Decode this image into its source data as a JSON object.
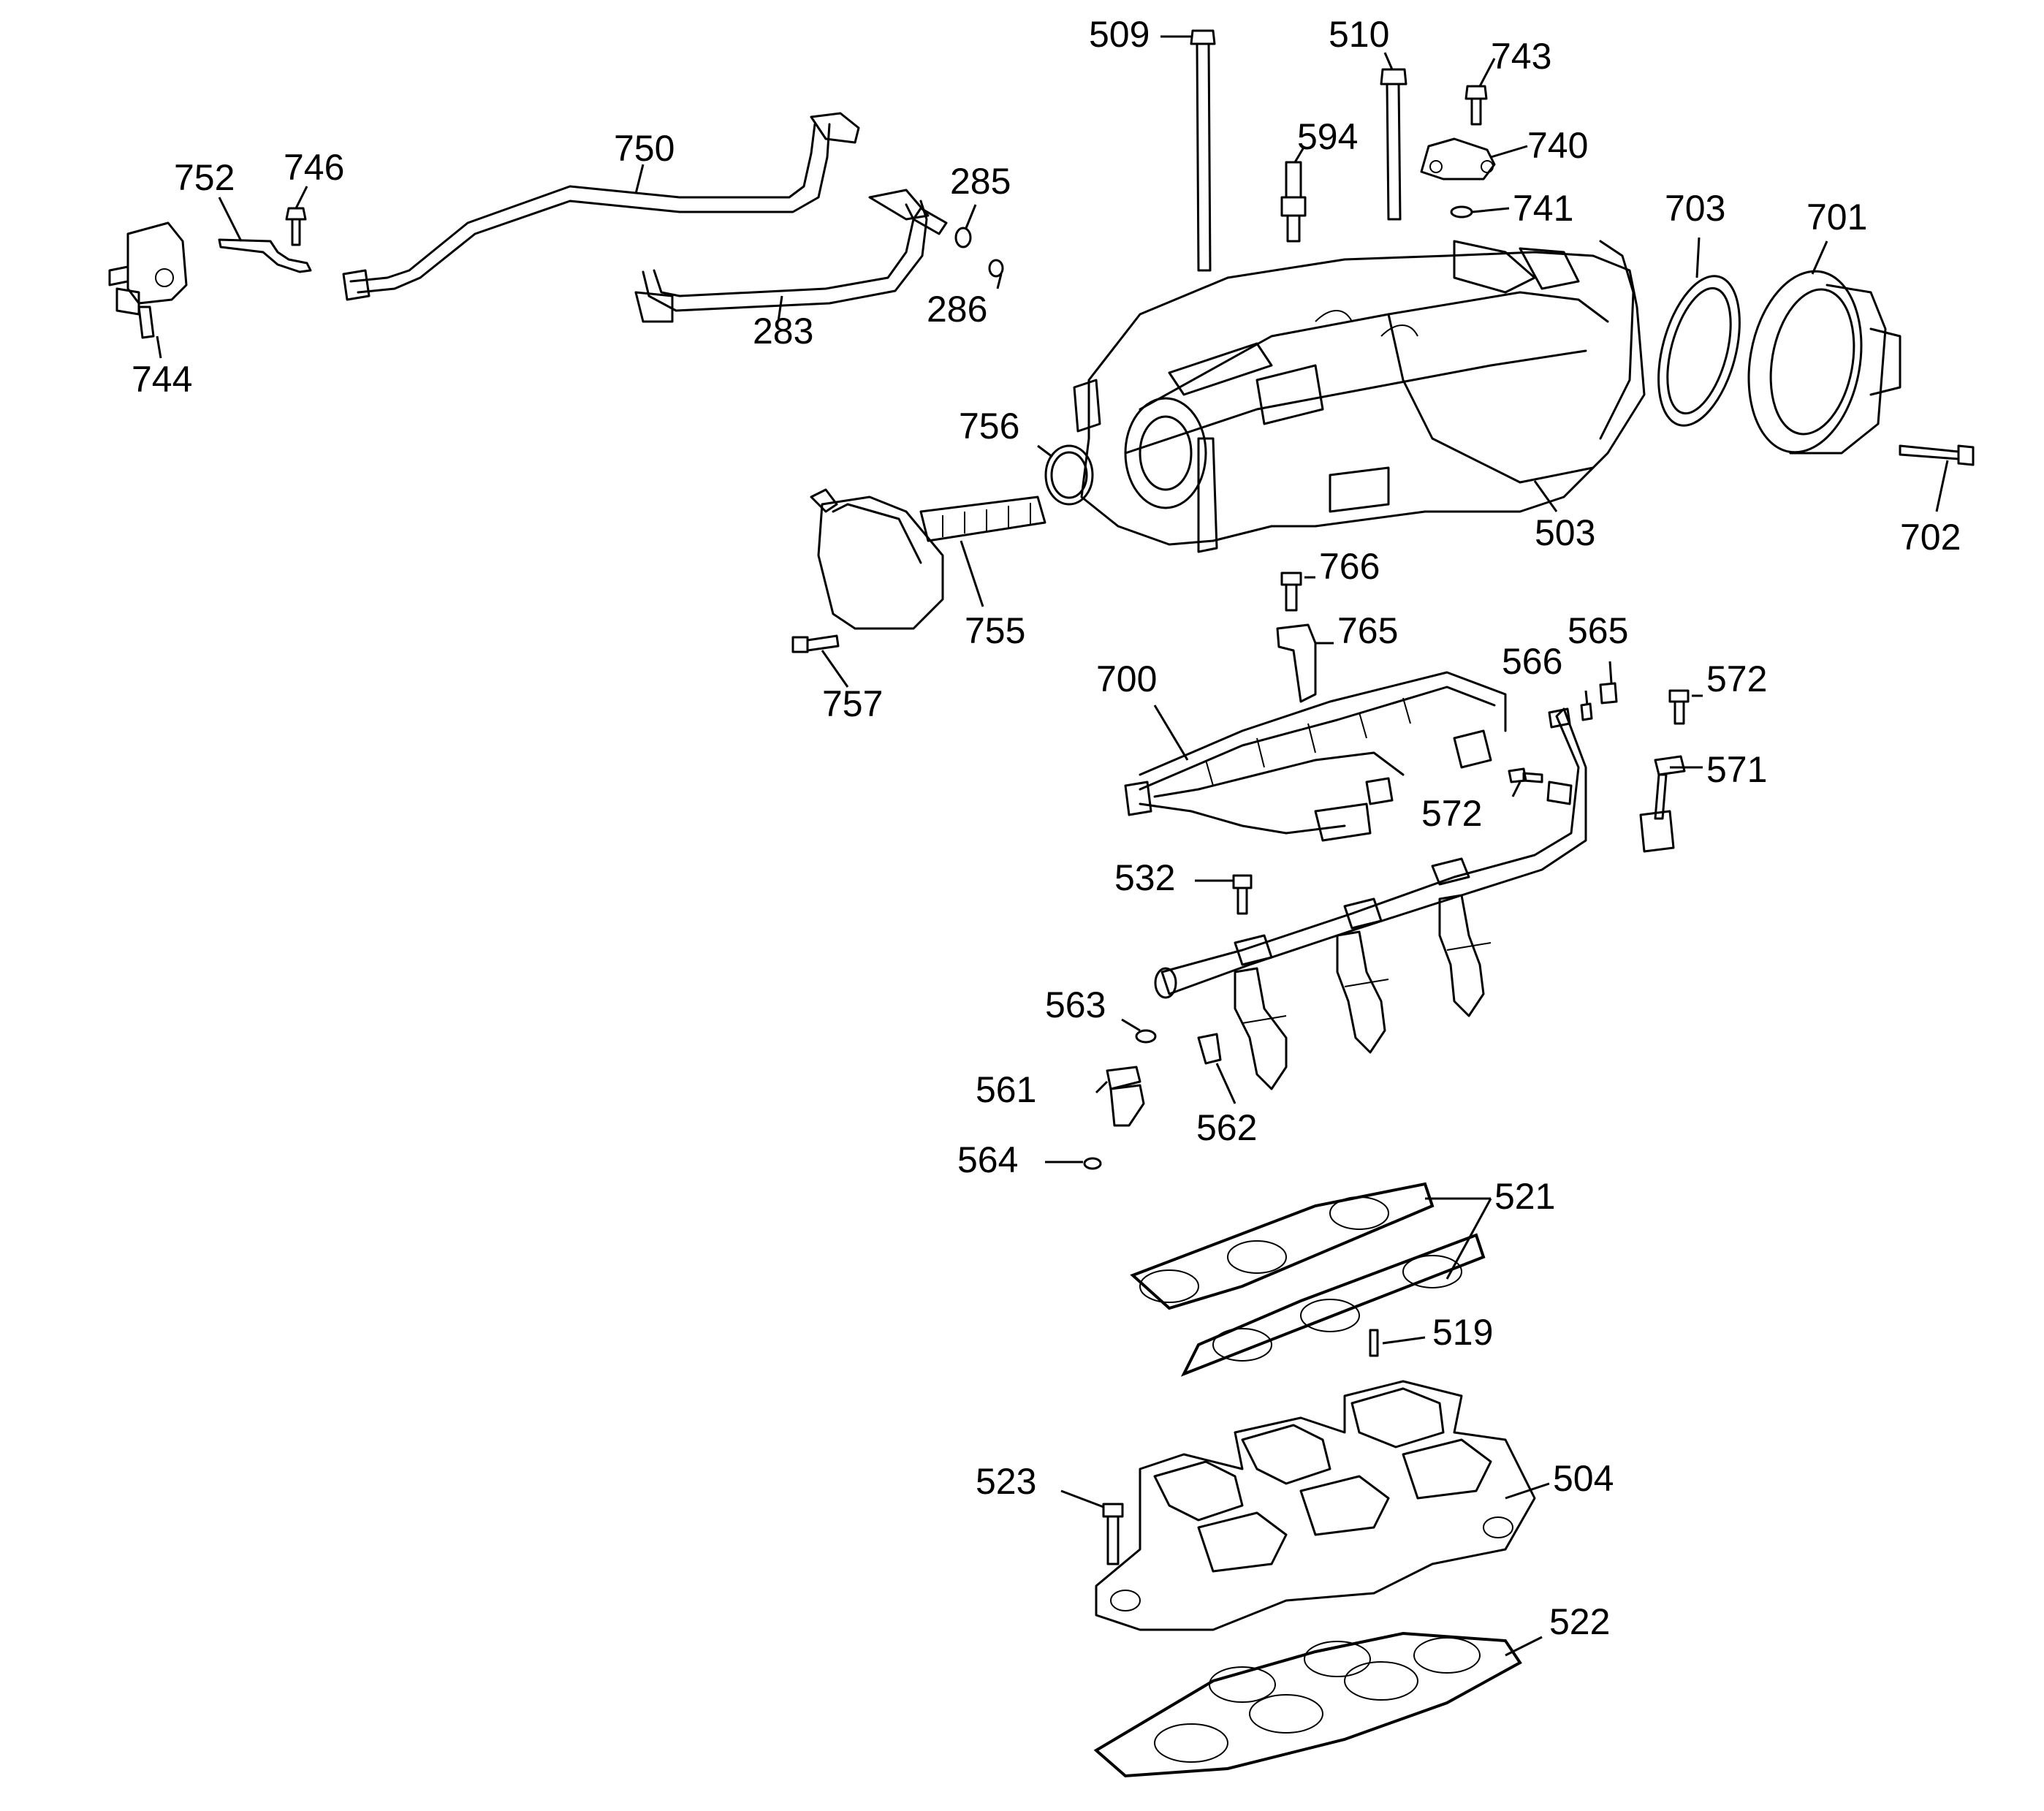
{
  "diagram": {
    "callouts": [
      {
        "id": "c509",
        "label": "509"
      },
      {
        "id": "c510",
        "label": "510"
      },
      {
        "id": "c743",
        "label": "743"
      },
      {
        "id": "c594",
        "label": "594"
      },
      {
        "id": "c740",
        "label": "740"
      },
      {
        "id": "c741",
        "label": "741"
      },
      {
        "id": "c703",
        "label": "703"
      },
      {
        "id": "c701",
        "label": "701"
      },
      {
        "id": "c750",
        "label": "750"
      },
      {
        "id": "c752",
        "label": "752"
      },
      {
        "id": "c746",
        "label": "746"
      },
      {
        "id": "c285",
        "label": "285"
      },
      {
        "id": "c286",
        "label": "286"
      },
      {
        "id": "c283",
        "label": "283"
      },
      {
        "id": "c744",
        "label": "744"
      },
      {
        "id": "c756",
        "label": "756"
      },
      {
        "id": "c503",
        "label": "503"
      },
      {
        "id": "c702",
        "label": "702"
      },
      {
        "id": "c755",
        "label": "755"
      },
      {
        "id": "c757",
        "label": "757"
      },
      {
        "id": "c766",
        "label": "766"
      },
      {
        "id": "c765",
        "label": "765"
      },
      {
        "id": "c565",
        "label": "565"
      },
      {
        "id": "c566",
        "label": "566"
      },
      {
        "id": "c700",
        "label": "700"
      },
      {
        "id": "c572a",
        "label": "572"
      },
      {
        "id": "c572b",
        "label": "572"
      },
      {
        "id": "c571",
        "label": "571"
      },
      {
        "id": "c532",
        "label": "532"
      },
      {
        "id": "c563",
        "label": "563"
      },
      {
        "id": "c561",
        "label": "561"
      },
      {
        "id": "c562",
        "label": "562"
      },
      {
        "id": "c564",
        "label": "564"
      },
      {
        "id": "c521",
        "label": "521"
      },
      {
        "id": "c519",
        "label": "519"
      },
      {
        "id": "c523",
        "label": "523"
      },
      {
        "id": "c504",
        "label": "504"
      },
      {
        "id": "c522",
        "label": "522"
      }
    ]
  }
}
